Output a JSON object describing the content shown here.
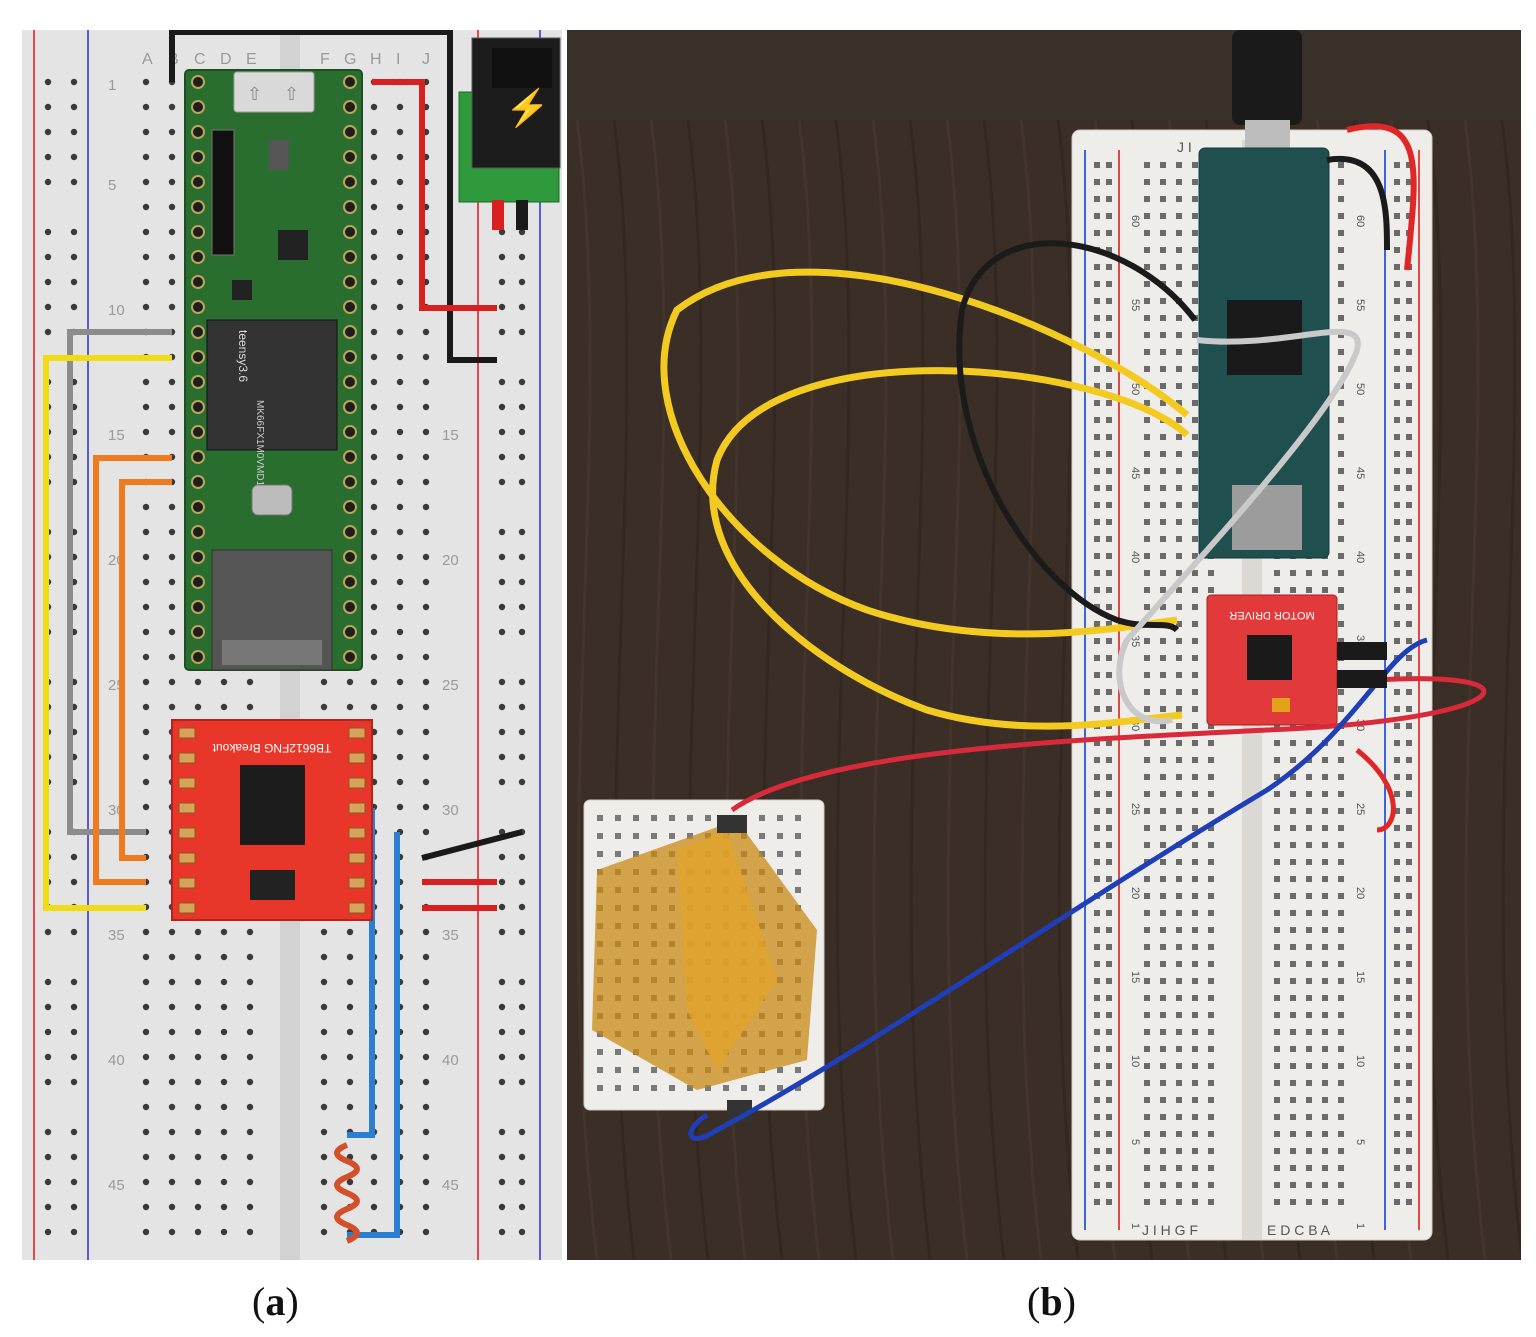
{
  "panel_a": {
    "column_letters": [
      "A",
      "B",
      "C",
      "D",
      "E",
      "F",
      "G",
      "H",
      "I",
      "J"
    ],
    "row_numbers": [
      "1",
      "5",
      "10",
      "15",
      "20",
      "25",
      "30",
      "35",
      "40",
      "45"
    ],
    "microcontroller_label": "teensy3.6",
    "chip_marking": "MK66FX1M0VMD18",
    "driver_board_label": "TB6612FNG Breakout",
    "power_jack_icon": "lightning-bolt-icon"
  },
  "panel_b": {
    "driver_board_label": "MOTOR DRIVER",
    "breadboard_numbers": [
      "60",
      "55",
      "50",
      "45",
      "40",
      "35",
      "30",
      "25",
      "20",
      "15",
      "10",
      "5",
      "1"
    ],
    "column_letters_top": "J I",
    "column_letters_bottom_left": "J I H G F",
    "column_letters_bottom_right": "E D C B A"
  },
  "captions": {
    "a_open": "(",
    "a_letter": "a",
    "a_close": ")",
    "b_open": "(",
    "b_letter": "b",
    "b_close": ")"
  },
  "colors": {
    "breadboard_bg": "#e6e6e6",
    "rail_red": "#e8484b",
    "rail_blue": "#5a5ad6",
    "pcb_green": "#2a6e2f",
    "driver_red": "#e8362a",
    "wire_yellow": "#f0dc14",
    "wire_orange": "#f07a1e",
    "wire_gray": "#8c8c8c",
    "wire_red": "#d82020",
    "wire_black": "#1a1a1a",
    "wire_blue": "#2a7fd2",
    "photo_wood": "#3b2e26"
  }
}
